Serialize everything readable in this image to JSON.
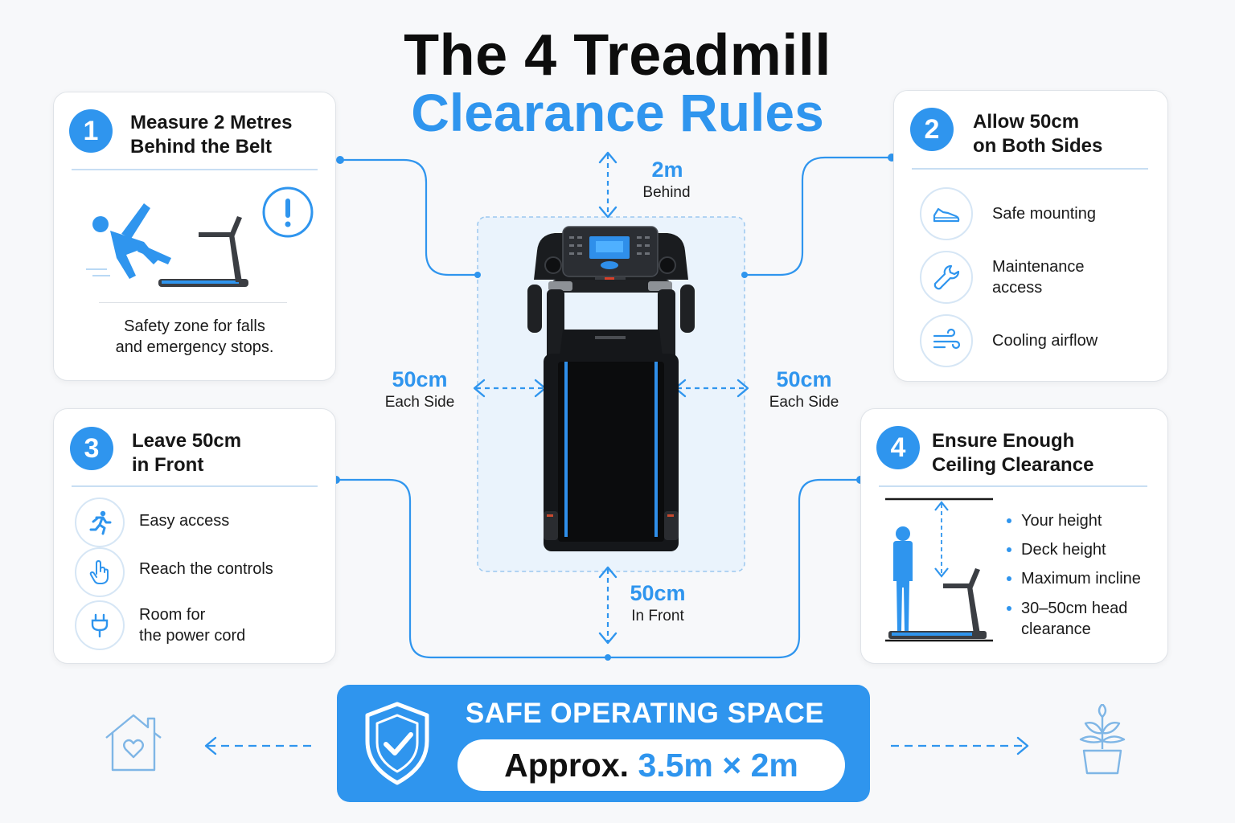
{
  "title": {
    "line1": "The 4 Treadmill",
    "line2": "Clearance Rules"
  },
  "card1": {
    "number": "1",
    "title_line1": "Measure 2 Metres",
    "title_line2": "Behind the Belt",
    "caption_line1": "Safety zone for falls",
    "caption_line2": "and emergency stops.",
    "icons": [
      "falling-person-icon",
      "treadmill-icon",
      "warning-icon"
    ]
  },
  "card2": {
    "number": "2",
    "title_line1": "Allow 50cm",
    "title_line2": "on Both Sides",
    "items": [
      {
        "icon": "shoe-icon",
        "line1": "Safe mounting",
        "line2": ""
      },
      {
        "icon": "wrench-icon",
        "line1": "Maintenance",
        "line2": "access"
      },
      {
        "icon": "wind-icon",
        "line1": "Cooling airflow",
        "line2": ""
      }
    ]
  },
  "card3": {
    "number": "3",
    "title_line1": "Leave 50cm",
    "title_line2": "in Front",
    "items": [
      {
        "icon": "running-person-icon",
        "line1": "Easy access",
        "line2": ""
      },
      {
        "icon": "hand-pointer-icon",
        "line1": "Reach the controls",
        "line2": ""
      },
      {
        "icon": "power-plug-icon",
        "line1": "Room for",
        "line2": "the power cord"
      }
    ]
  },
  "card4": {
    "number": "4",
    "title_line1": "Ensure Enough",
    "title_line2": "Ceiling Clearance",
    "bullets": [
      {
        "line1": "Your height",
        "line2": ""
      },
      {
        "line1": "Deck height",
        "line2": ""
      },
      {
        "line1": "Maximum incline",
        "line2": ""
      },
      {
        "line1": "30–50cm head",
        "line2": "clearance"
      }
    ]
  },
  "dimensions": {
    "behind": {
      "value": "2m",
      "label": "Behind"
    },
    "left": {
      "value": "50cm",
      "label": "Each Side"
    },
    "right": {
      "value": "50cm",
      "label": "Each Side"
    },
    "front": {
      "value": "50cm",
      "label": "In Front"
    }
  },
  "banner": {
    "heading": "SAFE OPERATING SPACE",
    "prefix": "Approx.",
    "value": "3.5m × 2m",
    "icons": [
      "shield-check-icon",
      "house-icon",
      "plant-icon"
    ]
  },
  "colors": {
    "accent": "#2f95ee",
    "text": "#141414",
    "zone": "#eaf3fc",
    "background": "#f7f8fa"
  }
}
